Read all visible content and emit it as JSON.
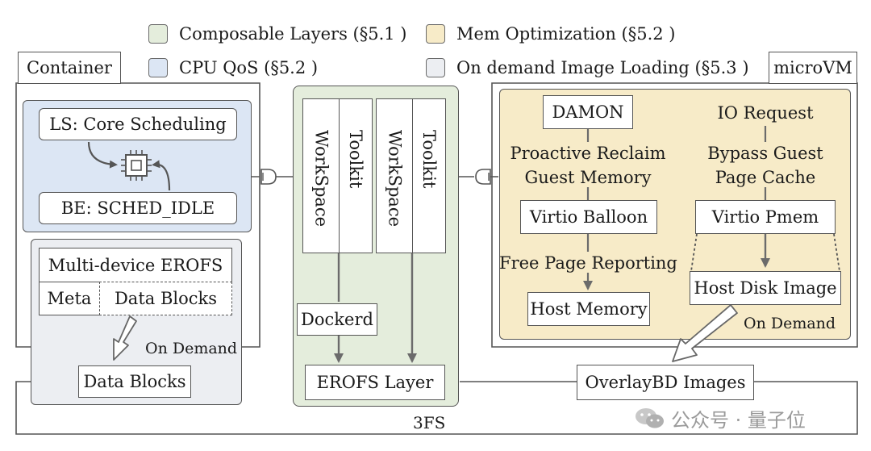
{
  "legend": {
    "composable": {
      "label": "Composable Layers (§5.1 )",
      "color": "#e4eddc"
    },
    "mem": {
      "label": "Mem Optimization (§5.2 )",
      "color": "#f7ebc8"
    },
    "cpu": {
      "label": "CPU QoS  (§5.2 )",
      "color": "#dce6f4"
    },
    "ondemand": {
      "label": "On demand Image Loading (§5.3 )",
      "color": "#eceef2"
    }
  },
  "container": {
    "title": "Container",
    "cpu_qos": {
      "ls": "LS: Core Scheduling",
      "be": "BE: SCHED_IDLE",
      "cpu_icon": "cpu-chip-icon"
    },
    "erofs": {
      "title": "Multi-device EROFS",
      "meta": "Meta",
      "data_blocks": "Data Blocks",
      "on_demand": "On Demand",
      "data_blocks_bottom": "Data Blocks"
    }
  },
  "middle": {
    "workspace1": "WorkSpace",
    "toolkit1": "Toolkit",
    "workspace2": "WorkSpace",
    "toolkit2": "Toolkit",
    "dockerd": "Dockerd",
    "erofs_layer": "EROFS Layer"
  },
  "microvm": {
    "title": "microVM",
    "damon": "DAMON",
    "proactive": [
      "Proactive Reclaim",
      "Guest Memory"
    ],
    "virtio_balloon": "Virtio Balloon",
    "free_page": "Free Page Reporting",
    "host_memory": "Host Memory",
    "io_request": "IO Request",
    "bypass": [
      "Bypass Guest",
      "Page Cache"
    ],
    "virtio_pmem": "Virtio Pmem",
    "host_disk": "Host Disk Image",
    "on_demand": "On Demand"
  },
  "bottom": {
    "fs_label": "3FS",
    "overlaybd": "OverlayBD Images"
  },
  "watermark": "公众号 · 量子位",
  "colors": {
    "line": "#555555",
    "arrow": "#6b6b6b"
  }
}
